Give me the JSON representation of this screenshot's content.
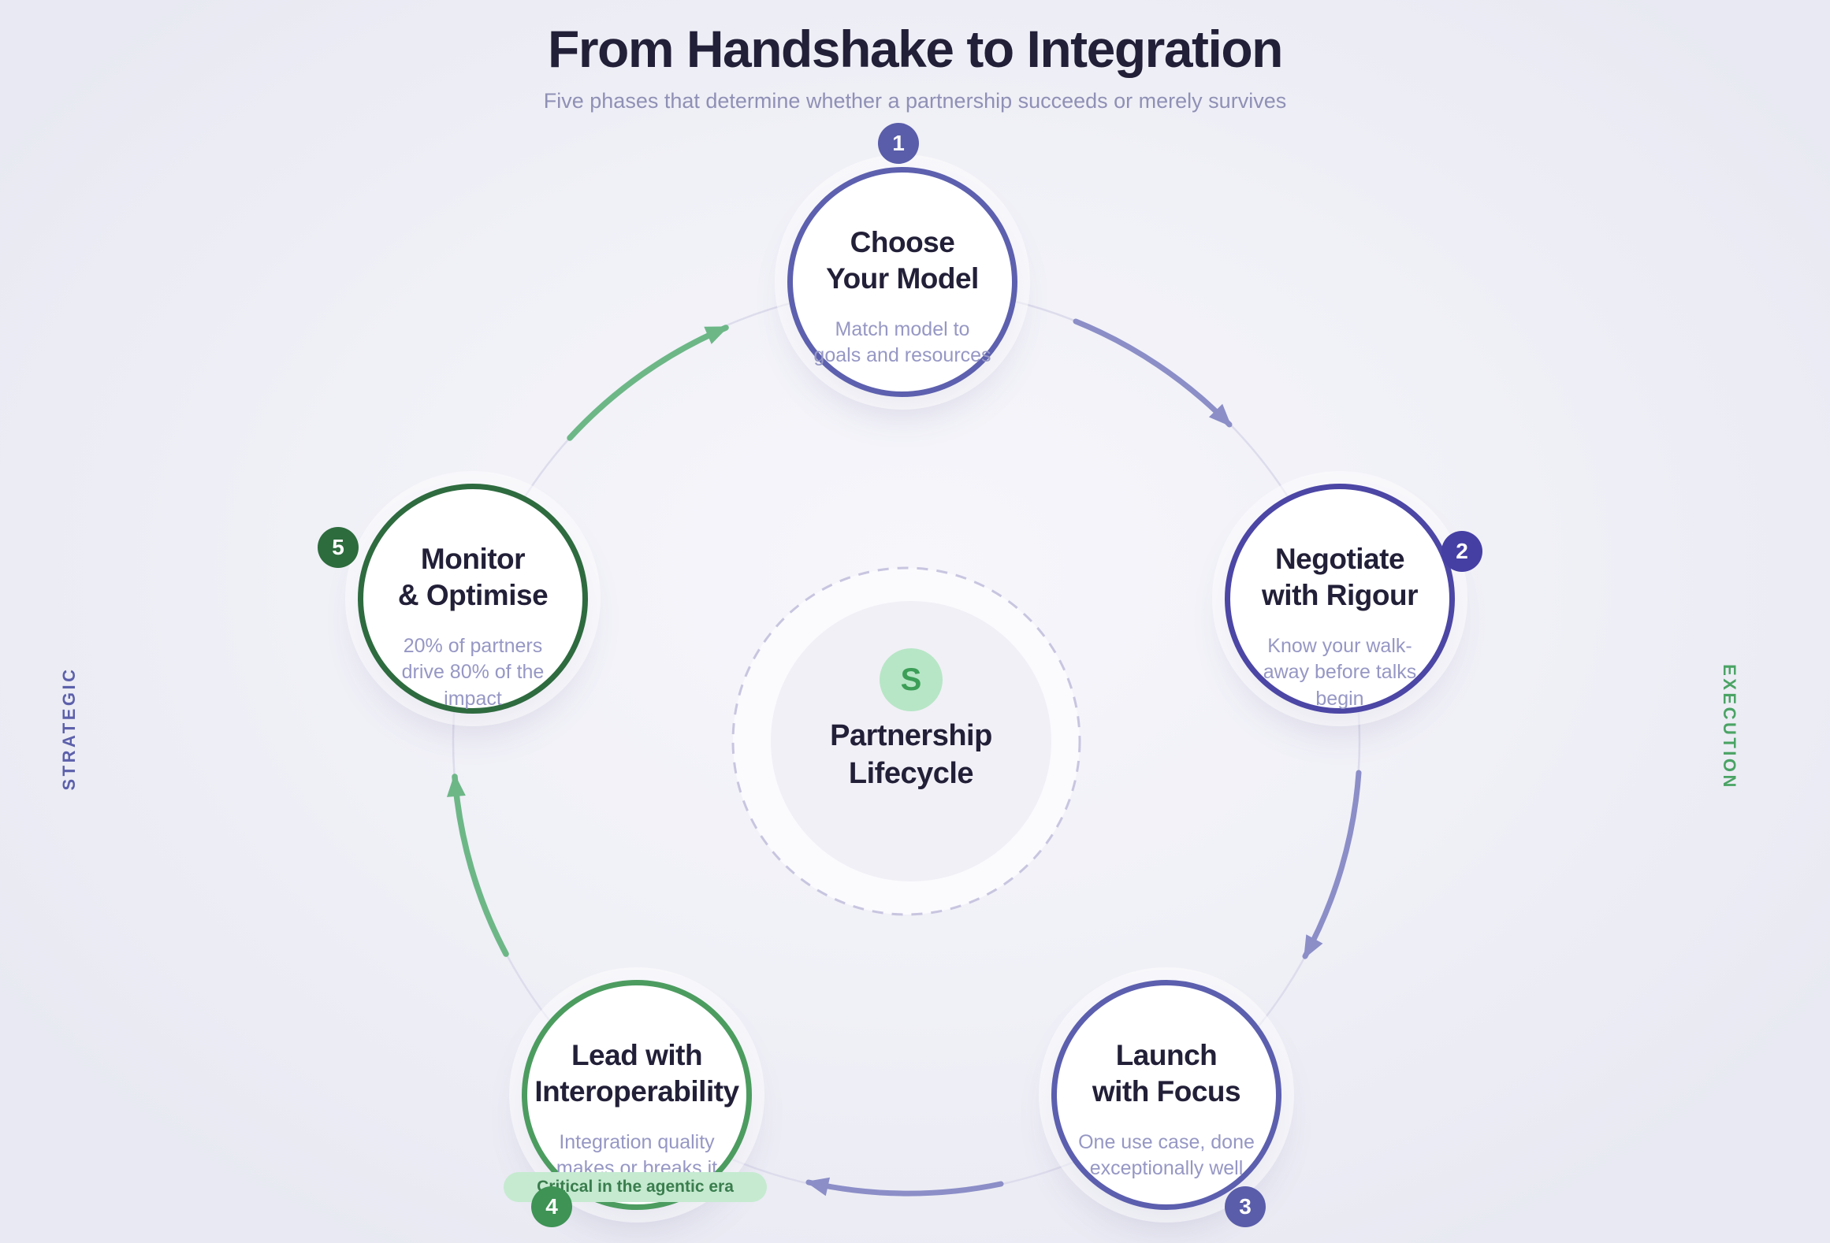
{
  "header": {
    "title": "From Handshake to Integration",
    "subtitle": "Five phases that determine whether a partnership succeeds or merely survives"
  },
  "center": {
    "icon_letter": "S",
    "label_line1": "Partnership",
    "label_line2": "Lifecycle"
  },
  "side_labels": {
    "left": "STRATEGIC",
    "right": "EXECUTION"
  },
  "phases": [
    {
      "number": "1",
      "title_line1": "Choose",
      "title_line2": "Your Model",
      "subtitle": "Match model to goals and resources",
      "accent": "#5d60ae",
      "badge_color": "#5a5da9"
    },
    {
      "number": "2",
      "title_line1": "Negotiate",
      "title_line2": "with Rigour",
      "subtitle": "Know your walk-away before talks begin",
      "accent": "#4c46a5",
      "badge_color": "#453fa4"
    },
    {
      "number": "3",
      "title_line1": "Launch",
      "title_line2": "with Focus",
      "subtitle": "One use case, done exceptionally well",
      "accent": "#5c5fae",
      "badge_color": "#5a5da9"
    },
    {
      "number": "4",
      "title_line1": "Lead with",
      "title_line2": "Interoperability",
      "subtitle": "Integration quality makes or breaks it",
      "accent": "#4c9c60",
      "badge_color": "#3e9355",
      "badge_note": "Critical in the agentic era"
    },
    {
      "number": "5",
      "title_line1": "Monitor",
      "title_line2": "& Optimise",
      "subtitle": "20% of partners drive 80% of the impact",
      "accent": "#2e6b3f",
      "badge_color": "#2d6c3d"
    }
  ],
  "colors": {
    "arrow_execution": "#8b8ec7",
    "arrow_strategic": "#6db787",
    "ring": "#dddcec",
    "dashed_ring": "#c8c5e0",
    "hub_fill": "#f1f0f6",
    "hub_inner_bg": "#fbfbfe",
    "hub_icon_bg": "#b7e6c6",
    "hub_icon_text": "#3c9e57",
    "pill_bg": "#c5ead0",
    "pill_text": "#3a7d4d",
    "title_text": "#221f38",
    "subtitle_text": "#8f90b5",
    "node_subtitle_text": "#9697c4",
    "strategic_label": "#5c60ab",
    "execution_label": "#4aa364"
  }
}
